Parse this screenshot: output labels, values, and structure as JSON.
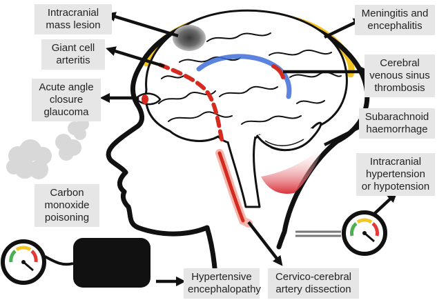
{
  "labels": {
    "intracranial_mass": "Intracranial\nmass lesion",
    "giant_cell": "Giant cell\narteritis",
    "glaucoma": "Acute angle\nclosure\nglaucoma",
    "carbon_monoxide": "Carbon\nmonoxide\npoisoning",
    "meningitis": "Meningitis and\nencephalitis",
    "venous_thrombosis": "Cerebral\nvenous sinus\nthrombosis",
    "subarachnoid": "Subarachnoid\nhaemorrhage",
    "intracranial_pressure": "Intracranial\nhypertension\nor hypotension",
    "hypertensive": "Hypertensive\nencephalopathy",
    "dissection": "Cervico-cerebral\nartery dissection"
  },
  "colors": {
    "outline": "#111111",
    "label_bg": "#e6e6e6",
    "meninges": "#f2c41f",
    "vessel_red": "#d42a1f",
    "vein_blue": "#3f6fd8",
    "haemorrhage": "#d9323a",
    "smoke": "#d8d8d8",
    "gauge_green": "#4caf50",
    "gauge_yellow": "#f3c623",
    "gauge_red": "#e53935"
  }
}
